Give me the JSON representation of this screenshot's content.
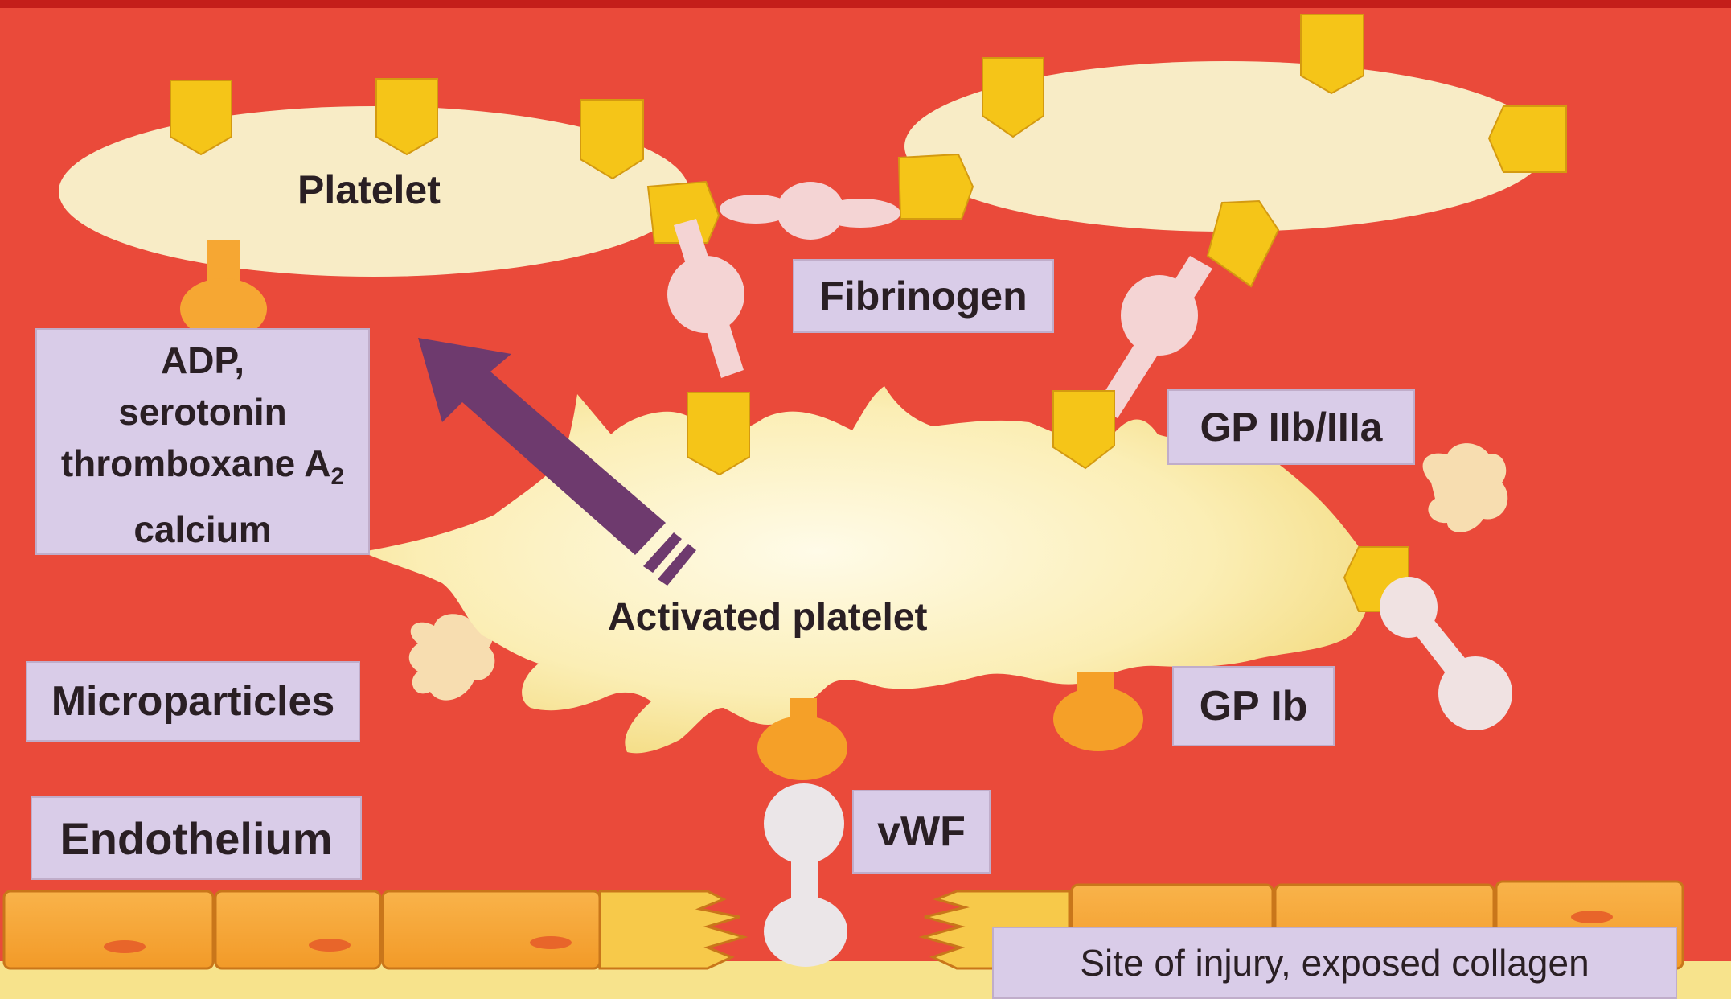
{
  "labels": {
    "platelet": "Platelet",
    "fibrinogen": "Fibrinogen",
    "gp_iib_iiia": "GP IIb/IIIa",
    "activated_platelet": "Activated platelet",
    "microparticles": "Microparticles",
    "gp_ib": "GP Ib",
    "endothelium": "Endothelium",
    "vwf": "vWF",
    "site_of_injury": "Site of injury, exposed collagen",
    "release_line1": "ADP,",
    "release_line2": "serotonin",
    "release_line3": "thromboxane A",
    "release_line3_subscript": "2",
    "release_line4": "calcium"
  },
  "colors": {
    "background": "#ea4a3a",
    "platelet": "#f8ecc6",
    "receptor_yellow": "#f5c518",
    "label_box": "#d9cce8",
    "arrow": "#6e3a6e",
    "endothelial_cell": "#f6a733",
    "gp_ib_orange": "#f5a028",
    "molecule_pink": "#f4d4d4"
  }
}
